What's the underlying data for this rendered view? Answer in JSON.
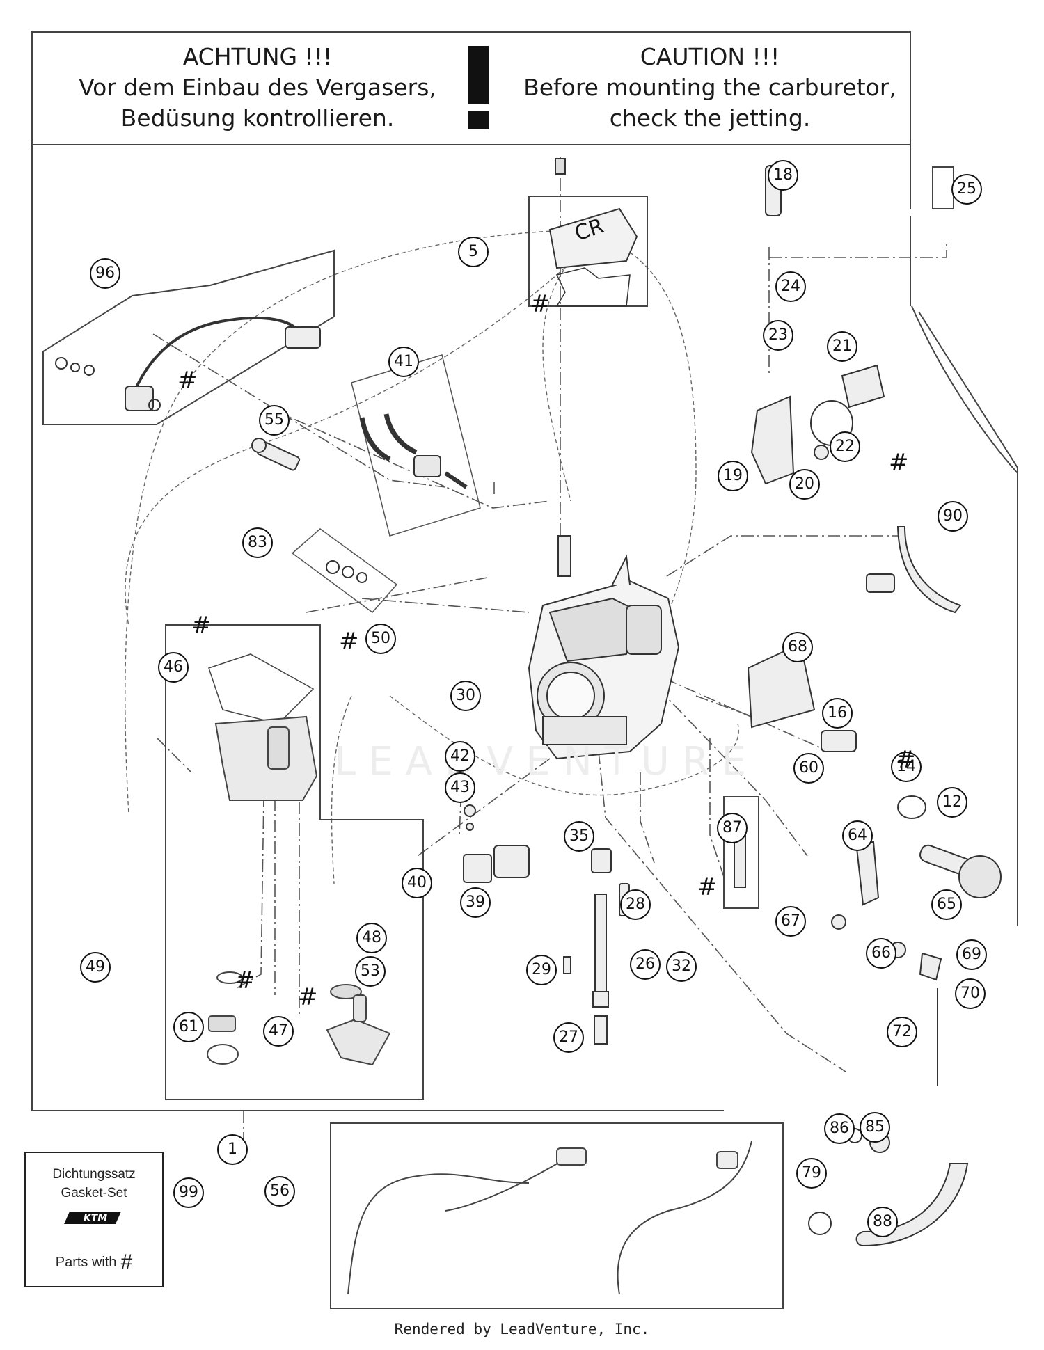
{
  "warning_de": {
    "title": "ACHTUNG !!!",
    "line1": "Vor dem Einbau des Vergasers,",
    "line2": "Bedüsung kontrollieren."
  },
  "warning_en": {
    "title": "CAUTION !!!",
    "line1": "Before mounting the carburetor,",
    "line2": "check the jetting."
  },
  "callouts": [
    "1",
    "5",
    "12",
    "14",
    "16",
    "18",
    "19",
    "20",
    "21",
    "22",
    "23",
    "24",
    "25",
    "26",
    "27",
    "28",
    "29",
    "30",
    "32",
    "35",
    "39",
    "40",
    "41",
    "42",
    "43",
    "46",
    "47",
    "48",
    "49",
    "50",
    "53",
    "55",
    "56",
    "60",
    "61",
    "64",
    "65",
    "66",
    "67",
    "68",
    "69",
    "70",
    "72",
    "79",
    "83",
    "85",
    "86",
    "87",
    "88",
    "90",
    "96",
    "99"
  ],
  "hash_mark": "#",
  "cover_label": "CR",
  "gasket_set": {
    "line1": "Dichtungssatz",
    "line2": "Gasket-Set",
    "brand": "KTM",
    "line4": "Parts with",
    "hash": "#"
  },
  "watermark": "LEADVENTURE",
  "footer": "Rendered by LeadVenture, Inc."
}
